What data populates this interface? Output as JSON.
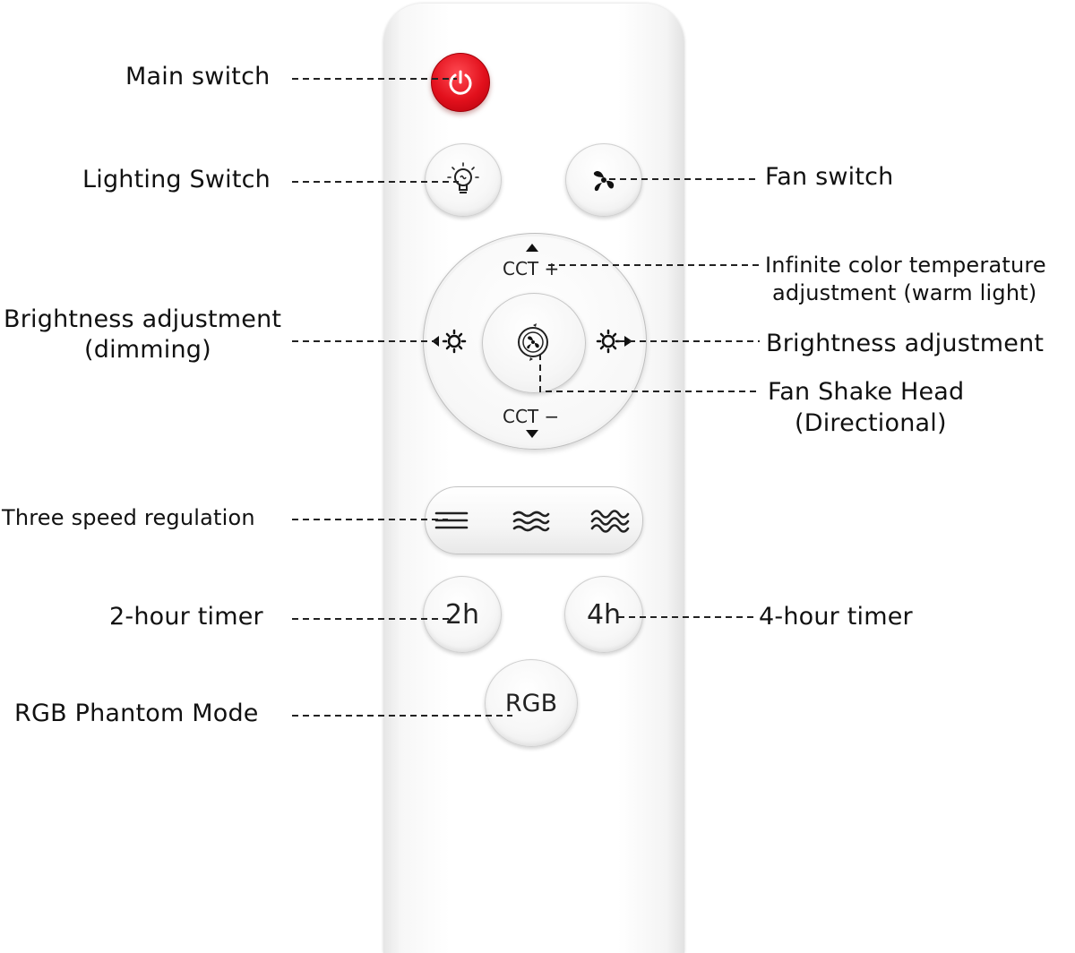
{
  "labels": {
    "main_switch": "Main switch",
    "lighting_switch": "Lighting Switch",
    "fan_switch": "Fan switch",
    "cct_temp_line1": "Infinite color temperature",
    "cct_temp_line2": "adjustment (warm light)",
    "brightness_dim_line1": "Brightness adjustment",
    "brightness_dim_line2": "(dimming)",
    "brightness_adjust": "Brightness adjustment",
    "fan_shake_line1": "Fan Shake Head",
    "fan_shake_line2": "(Directional)",
    "three_speed": "Three speed regulation",
    "timer_2h": "2-hour timer",
    "timer_4h": "4-hour timer",
    "rgb_mode": "RGB Phantom Mode"
  },
  "remote": {
    "cct_plus": "CCT +",
    "cct_minus": "CCT −",
    "btn_2h": "2h",
    "btn_4h": "4h",
    "btn_rgb": "RGB"
  },
  "icons": {
    "power": "power-icon",
    "bulb": "lightbulb-icon",
    "fan": "fan-icon",
    "dim": "brightness-down-icon",
    "bright": "brightness-up-icon",
    "oscillate": "fan-oscillate-icon",
    "speed1": "speed-low-icon",
    "speed2": "speed-mid-icon",
    "speed3": "speed-high-icon"
  },
  "colors": {
    "power_red": "#e2101c",
    "text": "#111111",
    "leader": "#222222"
  }
}
